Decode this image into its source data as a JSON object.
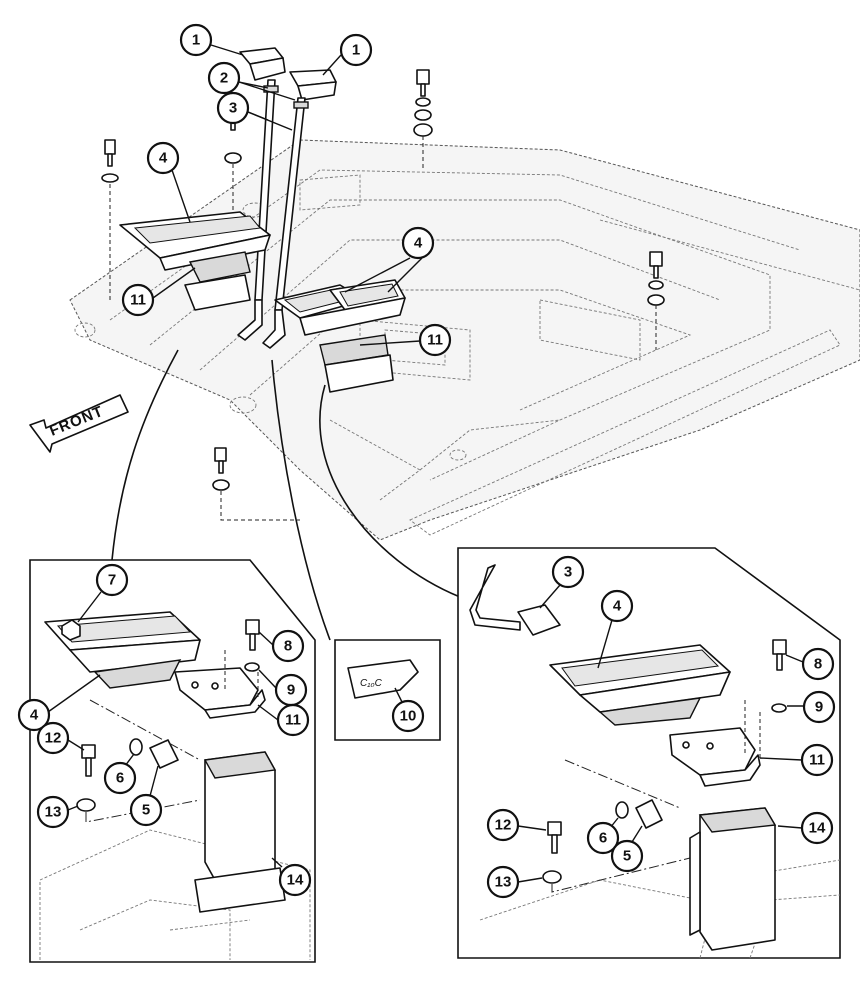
{
  "diagram": {
    "front_label": "FRONT",
    "bracket_marking": "C₁₀C",
    "callouts": [
      "1",
      "1",
      "2",
      "3",
      "4",
      "11",
      "4",
      "11",
      "7",
      "8",
      "9",
      "4",
      "11",
      "12",
      "6",
      "5",
      "13",
      "14",
      "10",
      "3",
      "4",
      "8",
      "9",
      "11",
      "12",
      "6",
      "5",
      "14",
      "13"
    ]
  }
}
